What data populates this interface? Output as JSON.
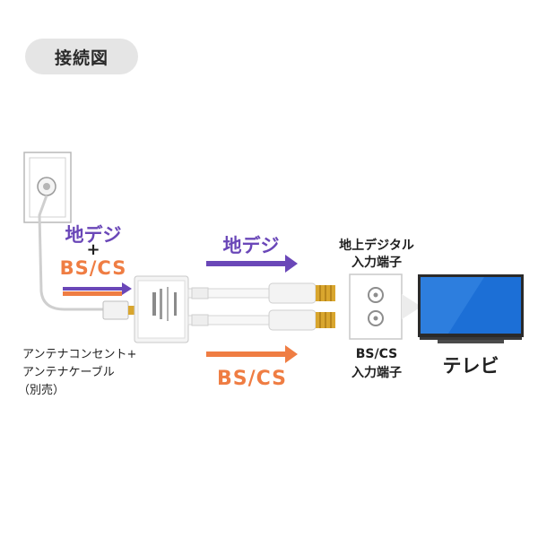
{
  "title": "接続図",
  "input": {
    "line1": "地デジ",
    "plus": "+",
    "line2": "BS/CS"
  },
  "source_caption": {
    "line1": "アンテナコンセント+",
    "line2": "アンテナケーブル",
    "line3": "（別売）"
  },
  "output": {
    "terrestrial_label": "地デジ",
    "bscs_label": "BS/CS"
  },
  "tv_ports": {
    "terrestrial_line1": "地上デジタル",
    "terrestrial_line2": "入力端子",
    "bscs_line1": "BS/CS",
    "bscs_line2": "入力端子"
  },
  "tv_label": "テレビ",
  "colors": {
    "terrestrial": "#6a47b8",
    "bscs": "#ef7d43",
    "connector_gold": "#d9a62e",
    "tv_screen": "#1c6fd6"
  }
}
